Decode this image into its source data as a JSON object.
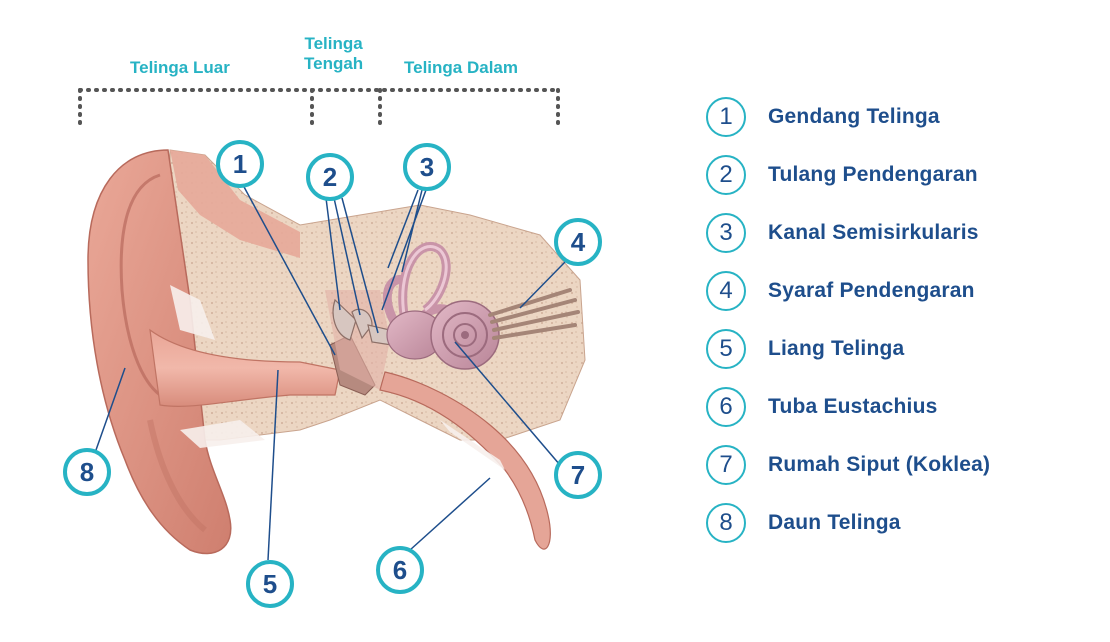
{
  "regions": {
    "outer": "Telinga Luar",
    "middle_line1": "Telinga",
    "middle_line2": "Tengah",
    "inner": "Telinga Dalam"
  },
  "callouts": [
    "1",
    "2",
    "3",
    "4",
    "5",
    "6",
    "7",
    "8"
  ],
  "legend": [
    {
      "num": "1",
      "label": "Gendang Telinga"
    },
    {
      "num": "2",
      "label": "Tulang Pendengaran"
    },
    {
      "num": "3",
      "label": "Kanal Semisirkularis"
    },
    {
      "num": "4",
      "label": "Syaraf Pendengaran"
    },
    {
      "num": "5",
      "label": "Liang Telinga"
    },
    {
      "num": "6",
      "label": "Tuba Eustachius"
    },
    {
      "num": "7",
      "label": "Rumah Siput (Koklea)"
    },
    {
      "num": "8",
      "label": "Daun Telinga"
    }
  ],
  "colors": {
    "accent": "#27b3c4",
    "text": "#1e4e8c",
    "skin": "#e2998c",
    "bone": "#ecd5c2"
  }
}
